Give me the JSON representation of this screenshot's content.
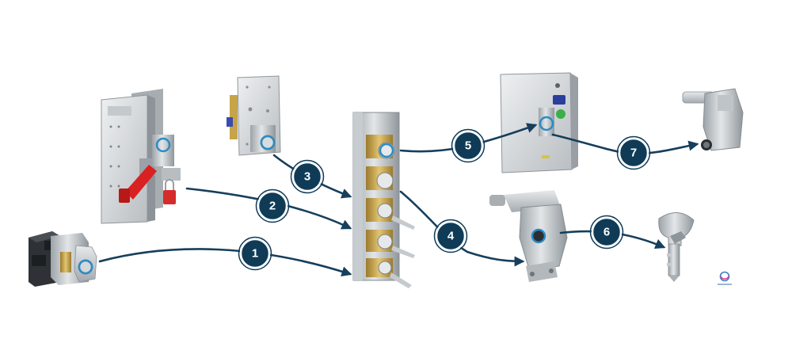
{
  "diagram": {
    "steps": [
      {
        "number": "1"
      },
      {
        "number": "2"
      },
      {
        "number": "3"
      },
      {
        "number": "4"
      },
      {
        "number": "5"
      },
      {
        "number": "6"
      },
      {
        "number": "7"
      }
    ],
    "colors": {
      "step_badge": "#0f3b57",
      "arrow": "#163f5c",
      "highlight_ring": "#2b8cc4",
      "handle": "#d92121",
      "padlock": "#d62b2b",
      "brass": "#c9a24a"
    },
    "icons": [
      "rotary-interlock-icon",
      "switch-disconnector-icon",
      "door-lock-icon",
      "key-exchange-box-icon",
      "control-panel-icon",
      "valve-interlock-icon",
      "key-icon",
      "brand-logo-icon"
    ]
  }
}
